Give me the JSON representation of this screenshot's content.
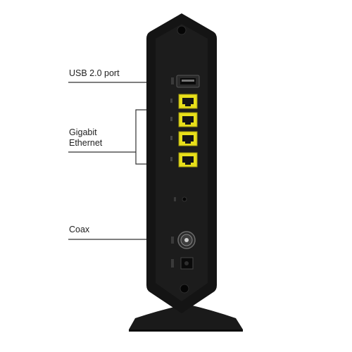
{
  "labels": {
    "usb": "USB 2.0 port",
    "gigabit_line1": "Gigabit",
    "gigabit_line2": "Ethernet",
    "coax": "Coax"
  },
  "colors": {
    "device_body": "#141414",
    "device_panel": "#1c1c1c",
    "ethernet_port": "#e8df1a",
    "leader_line": "#333333"
  },
  "icons": {
    "usb_port": "usb-port-icon",
    "ethernet_port": "ethernet-port-icon",
    "coax_connector": "coax-connector-icon",
    "power_jack": "power-jack-icon"
  }
}
